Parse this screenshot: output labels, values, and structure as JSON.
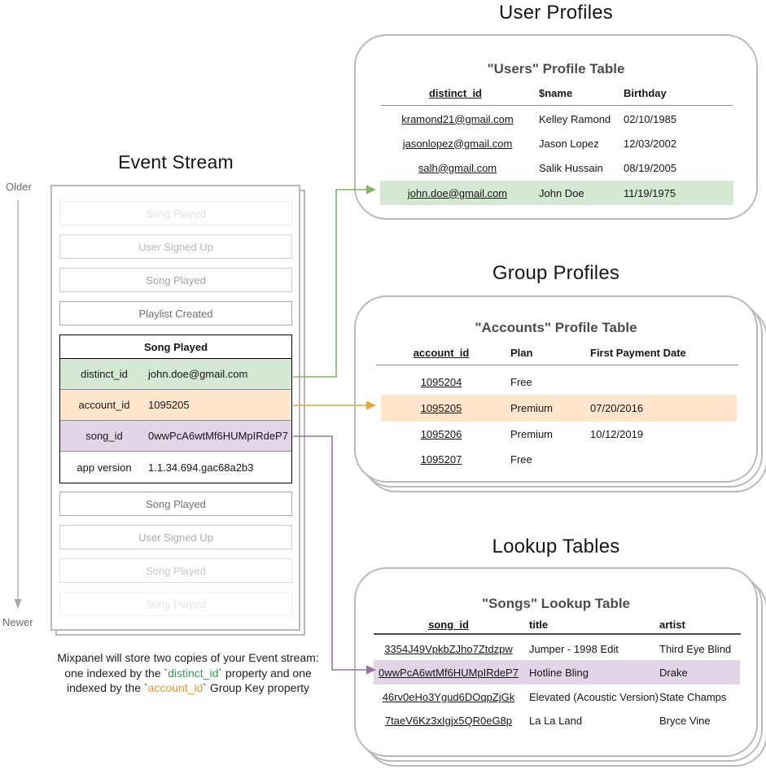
{
  "colors": {
    "green_fill": "#d5e8d4",
    "green_stroke": "#82b366",
    "orange_fill": "#ffe6cc",
    "orange_stroke": "#e8a33d",
    "purple_fill": "#e1d5e7",
    "purple_stroke": "#9673a6",
    "caption_green": "#2e9e4f",
    "caption_orange": "#f09424",
    "timeline_gray": "#a6a6a6"
  },
  "event_stream": {
    "title": "Event Stream",
    "older_label": "Older",
    "newer_label": "Newer",
    "events_before": [
      {
        "label": "Song Played"
      },
      {
        "label": "User Signed Up"
      },
      {
        "label": "Song Played"
      },
      {
        "label": "Playlist Created"
      }
    ],
    "expanded_event": {
      "title": "Song Played",
      "properties": [
        {
          "key": "distinct_id",
          "value": "john.doe@gmail.com"
        },
        {
          "key": "account_id",
          "value": "1095205"
        },
        {
          "key": "song_id",
          "value": "0wwPcA6wtMf6HUMpIRdeP7"
        },
        {
          "key": "app version",
          "value": "1.1.34.694.gac68a2b3"
        }
      ]
    },
    "events_after": [
      {
        "label": "Song Played"
      },
      {
        "label": "User Signed Up"
      },
      {
        "label": "Song Played"
      },
      {
        "label": "Song Played"
      }
    ]
  },
  "caption": {
    "line1": "Mixpanel will store two copies of your Event stream:",
    "line2_pre": "one indexed by the `",
    "line2_code": "distinct_id",
    "line2_post": "` property and one",
    "line3_pre": "indexed by the `",
    "line3_code": "account_id",
    "line3_post": "` Group Key property"
  },
  "user_profiles": {
    "section_title": "User Profiles",
    "table_title": "\"Users\" Profile Table",
    "columns": [
      "distinct_id",
      "$name",
      "Birthday"
    ],
    "rows": [
      {
        "id": "kramond21@gmail.com",
        "name": "Kelley Ramond",
        "birthday": "02/10/1985"
      },
      {
        "id": "jasonlopez@gmail.com",
        "name": "Jason Lopez",
        "birthday": "12/03/2002"
      },
      {
        "id": "salh@gmail.com",
        "name": "Salik Hussain",
        "birthday": "08/19/2005"
      },
      {
        "id": "john.doe@gmail.com",
        "name": "John Doe",
        "birthday": "11/19/1975"
      }
    ]
  },
  "group_profiles": {
    "section_title": "Group Profiles",
    "table_title": "\"Accounts\" Profile Table",
    "columns": [
      "account_id",
      "Plan",
      "First Payment Date"
    ],
    "rows": [
      {
        "id": "1095204",
        "plan": "Free",
        "first_payment": ""
      },
      {
        "id": "1095205",
        "plan": "Premium",
        "first_payment": "07/20/2016"
      },
      {
        "id": "1095206",
        "plan": "Premium",
        "first_payment": "10/12/2019"
      },
      {
        "id": "1095207",
        "plan": "Free",
        "first_payment": ""
      }
    ]
  },
  "lookup_tables": {
    "section_title": "Lookup Tables",
    "table_title": "\"Songs\" Lookup Table",
    "columns": [
      "song_id",
      "title",
      "artist"
    ],
    "rows": [
      {
        "id": "3354J49VpkbZJho7Ztdzpw",
        "title": "Jumper - 1998 Edit",
        "artist": "Third Eye Blind"
      },
      {
        "id": "0wwPcA6wtMf6HUMpIRdeP7",
        "title": "Hotline Bling",
        "artist": "Drake"
      },
      {
        "id": "46rv0eHo3Ygud6DOqpZjGk",
        "title": "Elevated (Acoustic Version)",
        "artist": "State Champs"
      },
      {
        "id": "7taeV6Kz3xIgjx5QR0eG8p",
        "title": "La La Land",
        "artist": "Bryce Vine"
      }
    ]
  }
}
